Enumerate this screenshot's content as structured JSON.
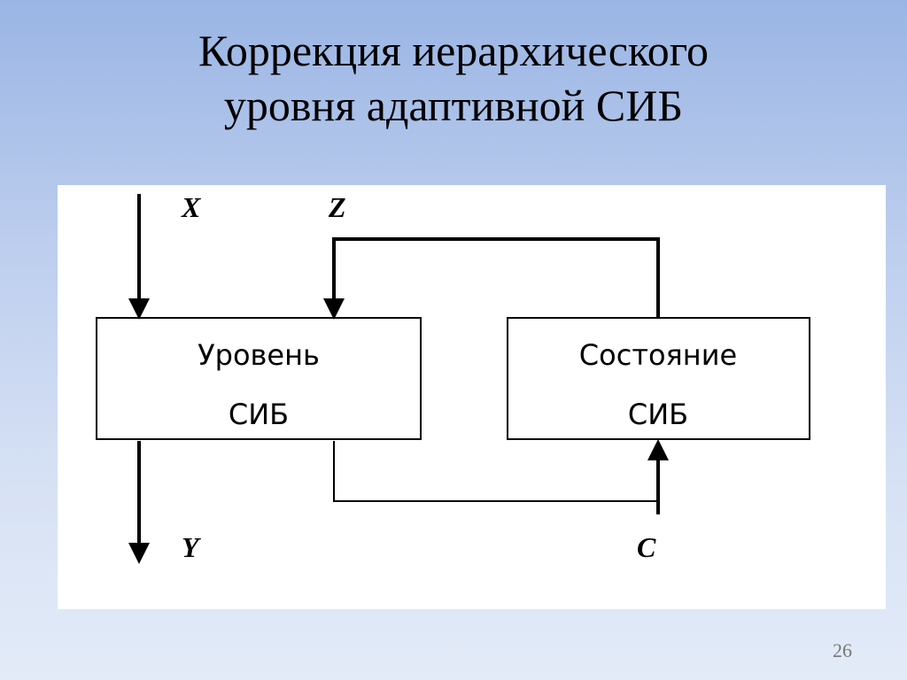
{
  "slide": {
    "title_line1": "Коррекция иерархического",
    "title_line2": "уровня адаптивной СИБ",
    "page_number": "26"
  },
  "diagram": {
    "box_level": {
      "line1": "Уровень",
      "line2": "СИБ"
    },
    "box_state": {
      "line1": "Состояние",
      "line2": "СИБ"
    },
    "labels": {
      "x": "X",
      "z": "Z",
      "y": "Y",
      "c": "C"
    }
  },
  "colors": {
    "background_top": "#9ab5e4",
    "background_bottom": "#e3ebf8",
    "panel": "#ffffff",
    "lines": "#000000"
  }
}
